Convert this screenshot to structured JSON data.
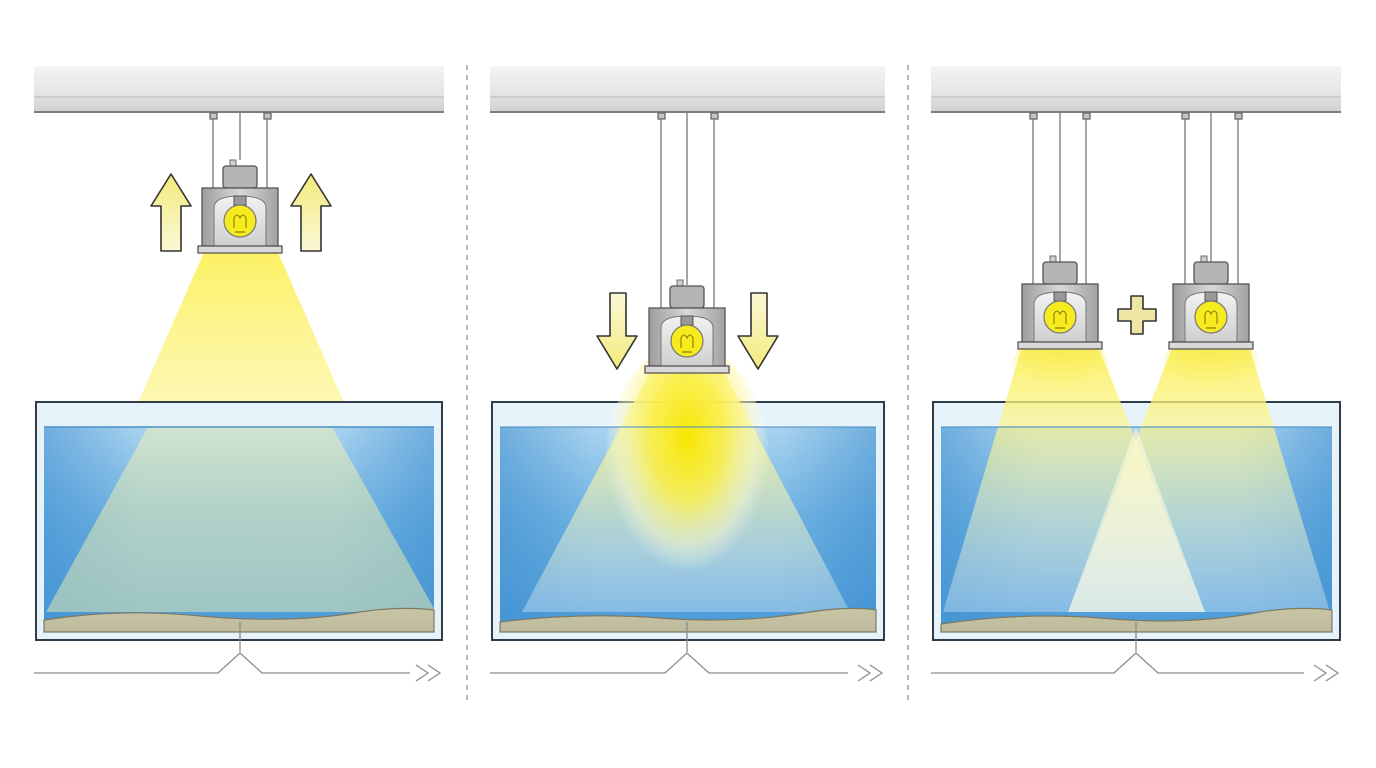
{
  "panels": [
    {
      "id": "raised",
      "lamp_count": 1,
      "arrow_direction": "up",
      "beam": "wide-diffuse"
    },
    {
      "id": "lowered",
      "lamp_count": 1,
      "arrow_direction": "down",
      "beam": "narrow-intense"
    },
    {
      "id": "dual",
      "lamp_count": 2,
      "arrow_direction": "none",
      "beam": "overlapping"
    }
  ],
  "combine_symbol": "+",
  "icons": [
    "ceiling-rail",
    "pendant-lamp-icon",
    "light-bulb-icon",
    "arrow-up-icon",
    "arrow-down-icon",
    "plus-icon",
    "aquarium-tank",
    "double-chevron-right-icon"
  ],
  "colors": {
    "beam": "#fbf077",
    "bulb": "#f5eb1e",
    "water": "#7fbde6",
    "water_deep": "#4a9ad8",
    "substrate": "#d6d1b2",
    "lamp_housing": "#bdbdbd",
    "arrow_fill": "#f7ee97",
    "divider": "#9a9a9a"
  }
}
